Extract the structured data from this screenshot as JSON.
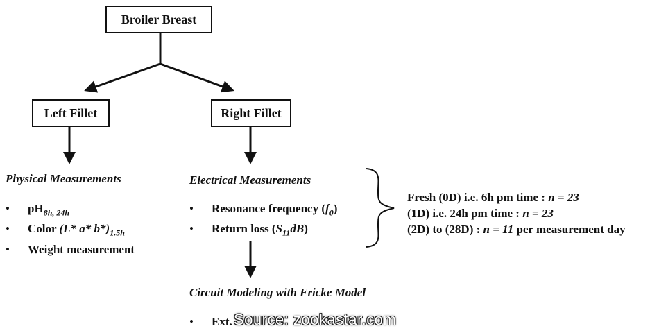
{
  "root": {
    "label": "Broiler Breast"
  },
  "left": {
    "label": "Left Fillet"
  },
  "right": {
    "label": "Right Fillet"
  },
  "physical": {
    "title": "Physical Measurements",
    "items": {
      "ph": {
        "base": "pH",
        "sub": "8h, 24h"
      },
      "color": {
        "label": "Color",
        "vars": "(L* a* b*)",
        "sub": "1.5h"
      },
      "weight": {
        "label": "Weight measurement"
      }
    }
  },
  "electrical": {
    "title": "Electrical Measurements",
    "items": {
      "resonance": {
        "label": "Resonance frequency",
        "sym": "f",
        "sub": "0"
      },
      "return_loss": {
        "label": "Return loss",
        "sym": "S",
        "sub": "11",
        "tail": "dB"
      }
    }
  },
  "timepoints": [
    {
      "label": "Fresh  (0D)  i.e.  6h pm time : ",
      "n": "n = 23"
    },
    {
      "label": "(1D) i.e.  24h pm time : ",
      "n": "n = 23"
    },
    {
      "label": "(2D) to (28D) : ",
      "n": "n = 11",
      "tail": " per measurement day"
    }
  ],
  "circuit": {
    "title": "Circuit Modeling with Fricke Model",
    "items": {
      "ext": {
        "label": "Ext."
      }
    }
  },
  "watermark": {
    "text": "Source: zookastar.com"
  },
  "colors": {
    "line": "#111111",
    "background": "#ffffff"
  }
}
